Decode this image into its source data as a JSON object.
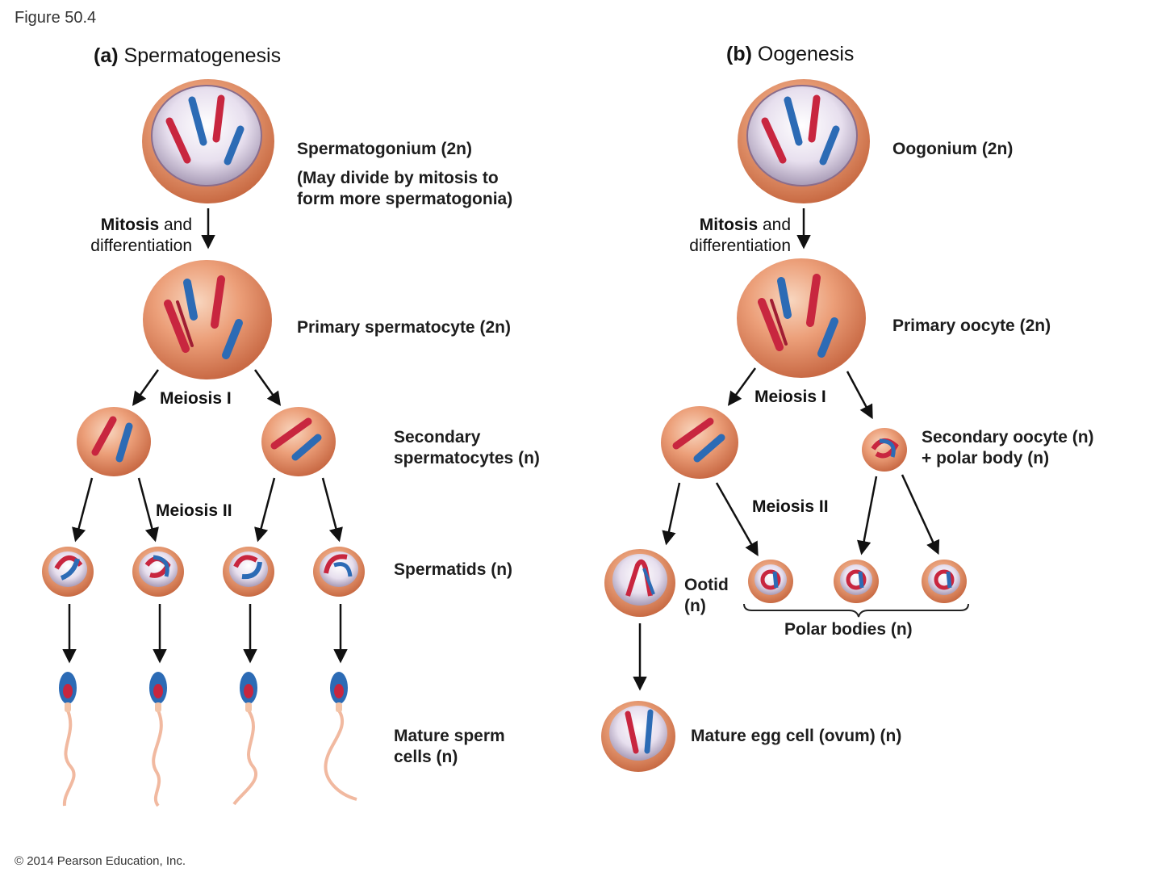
{
  "figure_label": "Figure 50.4",
  "copyright": "© 2014 Pearson Education, Inc.",
  "panel_a": {
    "tag": "(a)",
    "title": "Spermatogenesis",
    "spermatogonium": "Spermatogonium (2n)",
    "spermatogonium_note_1": "(May divide by mitosis to",
    "spermatogonium_note_2": "form more spermatogonia)",
    "mitosis_bold": "Mitosis",
    "mitosis_and": " and",
    "differentiation": "differentiation",
    "primary": "Primary spermatocyte (2n)",
    "meiosis_1": "Meiosis I",
    "secondary_1": "Secondary",
    "secondary_2": "spermatocytes (n)",
    "meiosis_2": "Meiosis II",
    "spermatids": "Spermatids (n)",
    "mature_1": "Mature sperm",
    "mature_2": "cells (n)"
  },
  "panel_b": {
    "tag": "(b)",
    "title": "Oogenesis",
    "oogonium": "Oogonium (2n)",
    "mitosis_bold": "Mitosis",
    "mitosis_and": " and",
    "differentiation": "differentiation",
    "primary": "Primary oocyte (2n)",
    "meiosis_1": "Meiosis I",
    "secondary_1": "Secondary oocyte (n)",
    "secondary_2": "+ polar body (n)",
    "meiosis_2": "Meiosis II",
    "ootid_1": "Ootid",
    "ootid_2": "(n)",
    "polar_bodies": "Polar bodies (n)",
    "mature_egg": "Mature egg cell (ovum) (n)"
  },
  "colors": {
    "cell_outer": "#d9825d",
    "cell_light": "#f3c4a8",
    "cell_inner": "#e9e2ef",
    "chrom_red": "#c8263f",
    "chrom_blue": "#2c6bb5",
    "arrow": "#111111"
  }
}
